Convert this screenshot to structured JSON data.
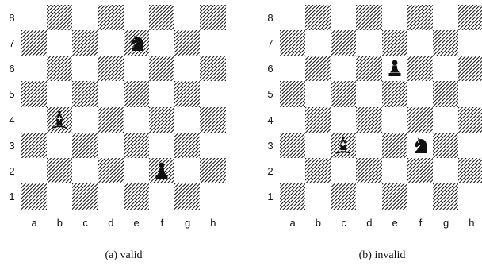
{
  "files": [
    "a",
    "b",
    "c",
    "d",
    "e",
    "f",
    "g",
    "h"
  ],
  "ranks": [
    "8",
    "7",
    "6",
    "5",
    "4",
    "3",
    "2",
    "1"
  ],
  "boards": [
    {
      "caption": "(a) valid",
      "pieces": [
        {
          "type": "knight",
          "square": "e7"
        },
        {
          "type": "bishop",
          "square": "b4"
        },
        {
          "type": "pawn",
          "square": "f2"
        }
      ]
    },
    {
      "caption": "(b) invalid",
      "pieces": [
        {
          "type": "pawn",
          "square": "e6"
        },
        {
          "type": "bishop",
          "square": "c3"
        },
        {
          "type": "knight",
          "square": "f3"
        }
      ]
    }
  ],
  "colors": {
    "ink": "#111111",
    "hatch": "#222222",
    "paper": "#ffffff"
  }
}
